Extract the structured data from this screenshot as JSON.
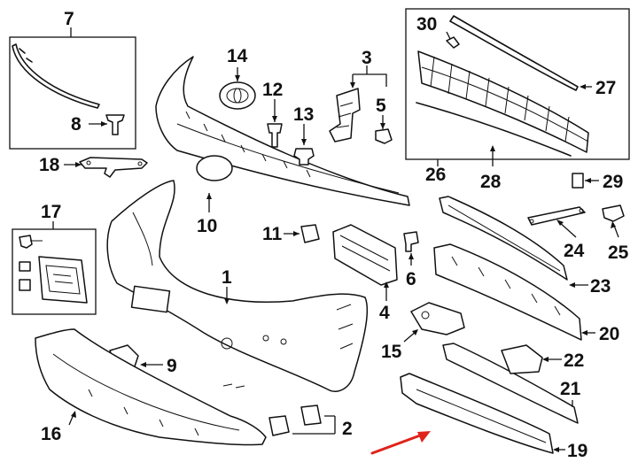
{
  "callouts": {
    "c1": "1",
    "c2": "2",
    "c3": "3",
    "c4": "4",
    "c5": "5",
    "c6": "6",
    "c7": "7",
    "c8": "8",
    "c9": "9",
    "c10": "10",
    "c11": "11",
    "c12": "12",
    "c13": "13",
    "c14": "14",
    "c15": "15",
    "c16": "16",
    "c17": "17",
    "c18": "18",
    "c19": "19",
    "c20": "20",
    "c21": "21",
    "c22": "22",
    "c23": "23",
    "c24": "24",
    "c25": "25",
    "c26": "26",
    "c27": "27",
    "c28": "28",
    "c29": "29",
    "c30": "30"
  },
  "highlight_color": "#e0231b",
  "line_color": "#111111"
}
